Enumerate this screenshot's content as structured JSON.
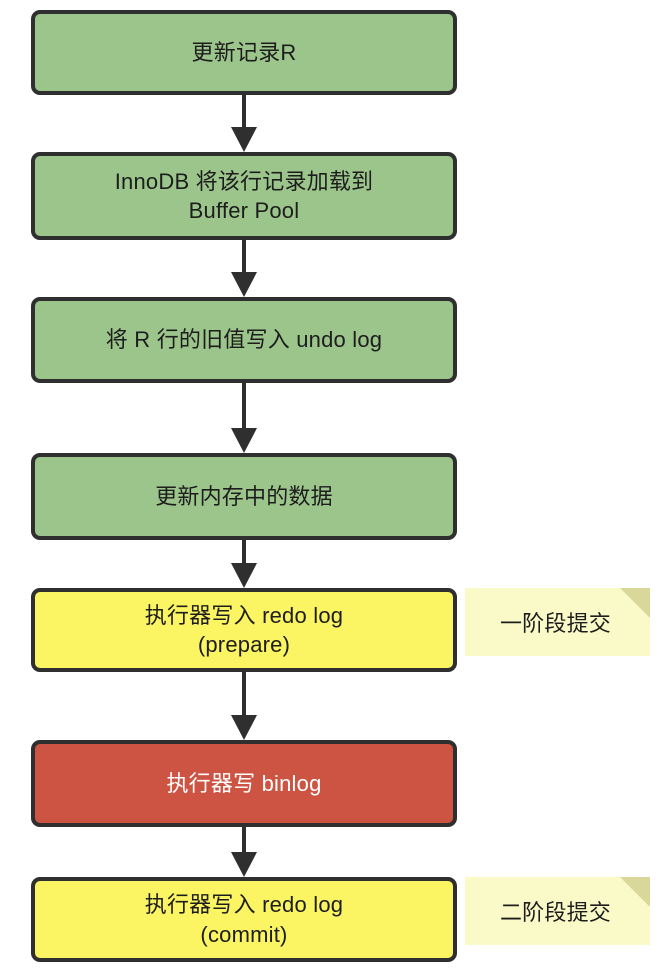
{
  "diagram": {
    "title": "MySQL InnoDB update record two-phase commit flow",
    "colors": {
      "green": "#9cc58c",
      "yellow": "#fbf563",
      "red": "#cd5442",
      "border": "#2f2f2f",
      "note_bg": "#fafac8",
      "note_fold": "#d9d79a",
      "text": "#1d1d1d",
      "text_inverse": "#ffffff",
      "background": "#ffffff"
    },
    "nodes": [
      {
        "id": "update-record",
        "text": "更新记录R",
        "color": "green"
      },
      {
        "id": "load-buffer-pool",
        "text": "InnoDB 将该行记录加载到\nBuffer Pool",
        "color": "green"
      },
      {
        "id": "write-undo-log",
        "text": "将 R 行的旧值写入 undo log",
        "color": "green"
      },
      {
        "id": "update-memory-data",
        "text": "更新内存中的数据",
        "color": "green"
      },
      {
        "id": "redo-log-prepare",
        "text": "执行器写入 redo log\n(prepare)",
        "color": "yellow"
      },
      {
        "id": "write-binlog",
        "text": "执行器写 binlog",
        "color": "red"
      },
      {
        "id": "redo-log-commit",
        "text": "执行器写入 redo log\n(commit)",
        "color": "yellow"
      }
    ],
    "notes": [
      {
        "id": "phase-one-note",
        "text": "一阶段提交"
      },
      {
        "id": "phase-two-note",
        "text": "二阶段提交"
      }
    ],
    "arrows": [
      {
        "id": "arrow-1",
        "from": "update-record",
        "to": "load-buffer-pool"
      },
      {
        "id": "arrow-2",
        "from": "load-buffer-pool",
        "to": "write-undo-log"
      },
      {
        "id": "arrow-3",
        "from": "write-undo-log",
        "to": "update-memory-data"
      },
      {
        "id": "arrow-4",
        "from": "update-memory-data",
        "to": "redo-log-prepare"
      },
      {
        "id": "arrow-5",
        "from": "redo-log-prepare",
        "to": "write-binlog"
      },
      {
        "id": "arrow-6",
        "from": "write-binlog",
        "to": "redo-log-commit"
      }
    ]
  }
}
